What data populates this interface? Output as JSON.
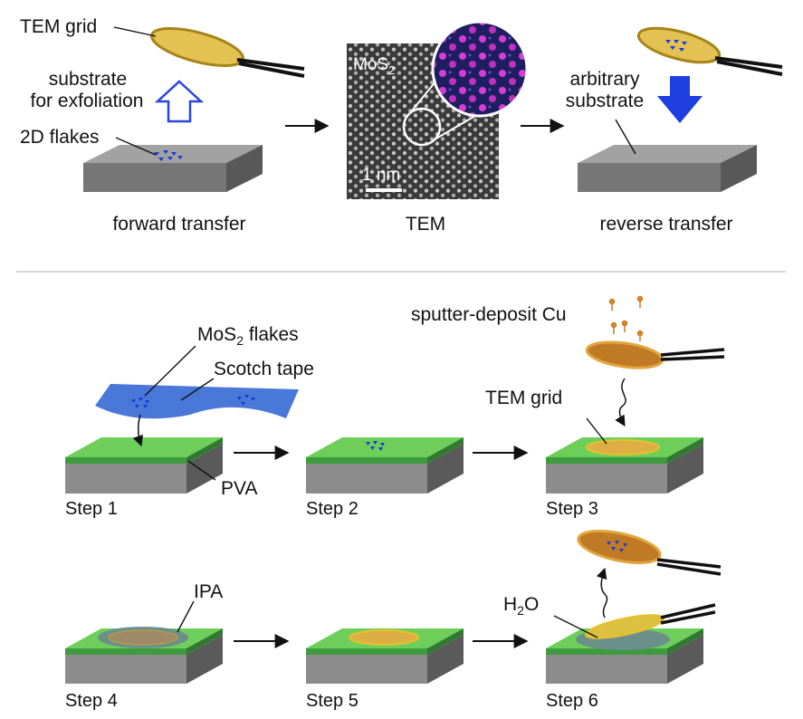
{
  "top": {
    "tem_grid_label": "TEM grid",
    "substrate_label_line1": "substrate",
    "substrate_label_line2": "for exfoliation",
    "flakes_label": "2D flakes",
    "forward_caption": "forward transfer",
    "mos2_label_base": "MoS",
    "mos2_label_sub": "2",
    "scale_label": "1 nm",
    "tem_caption": "TEM",
    "arbitrary_line1": "arbitrary",
    "arbitrary_line2": "substrate",
    "reverse_caption": "reverse transfer"
  },
  "bottom": {
    "mos2_flakes_base": "MoS",
    "mos2_flakes_sub": "2",
    "mos2_flakes_rest": " flakes",
    "scotch_tape_label": "Scotch tape",
    "pva_label": "PVA",
    "sputter_label": "sputter-deposit Cu",
    "tem_grid_label": "TEM grid",
    "ipa_label": "IPA",
    "water_base": "H",
    "water_sub": "2",
    "water_rest": "O",
    "steps": [
      "Step 1",
      "Step 2",
      "Step 3",
      "Step 4",
      "Step 5",
      "Step 6"
    ]
  },
  "colors": {
    "slab_top": "#9a9a9a",
    "slab_front": "#6e6e6e",
    "slab_side": "#555555",
    "pva_green": "#6dcf5a",
    "tape_blue": "#4a78d8",
    "flake_blue": "#1a3ad6",
    "grid_gold": "#d9b84a",
    "grid_orange": "#c07a25",
    "arrow_blue": "#1f3fe0",
    "tem_magenta": "#d93bd9",
    "tem_dark_bg": "#1e1e60"
  }
}
